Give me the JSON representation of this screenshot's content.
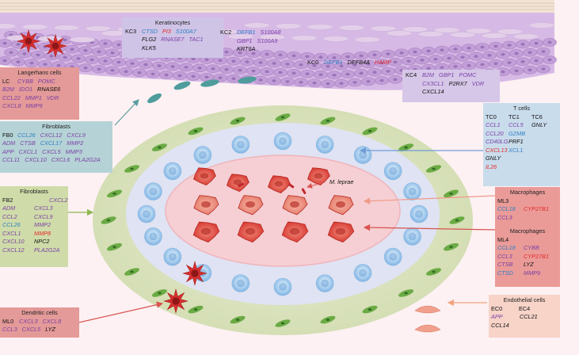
{
  "colors": {
    "purple": "#7a3fa6",
    "blue": "#2f7fc4",
    "red": "#e52a2a",
    "black": "#111111",
    "skin_cells": "#c9a6d8",
    "outer_ring": "#dde5c4",
    "inner_ring": "#dfe3f3",
    "core": "#f7cdd0",
    "macrophage": "#e0463c"
  },
  "panels": {
    "keratinocytes": {
      "title": "Keratinocytes",
      "clusters": [
        {
          "label": "KC3",
          "rows": [
            [
              {
                "t": "CTSD",
                "c": "blue"
              },
              {
                "t": "PI3",
                "c": "red"
              },
              {
                "t": "S100A7",
                "c": "blue"
              }
            ],
            [
              {
                "t": "FLG2",
                "c": "black"
              },
              {
                "t": "RNASE7",
                "c": "purple"
              },
              {
                "t": "TAC1",
                "c": "purple"
              }
            ],
            [
              {
                "t": "KLK5",
                "c": "black"
              }
            ]
          ]
        },
        {
          "label": "KC2",
          "rows": [
            [
              {
                "t": "DEFB1",
                "c": "blue"
              },
              {
                "t": "S100A8",
                "c": "purple"
              }
            ],
            [
              {
                "t": "GBP1",
                "c": "purple"
              },
              {
                "t": "S100A9",
                "c": "purple"
              }
            ],
            [
              {
                "t": "KRT6A",
                "c": "black"
              }
            ]
          ]
        }
      ]
    },
    "kc0": {
      "label": "KC0",
      "rows": [
        [
          {
            "t": "DEFB1",
            "c": "blue"
          },
          {
            "t": "DEFB4A",
            "c": "black"
          },
          {
            "t": "HAMP",
            "c": "red"
          }
        ]
      ]
    },
    "kc4": {
      "label": "KC4",
      "rows": [
        [
          {
            "t": "B2M",
            "c": "purple"
          },
          {
            "t": "GBP1",
            "c": "purple"
          },
          {
            "t": "POMC",
            "c": "purple"
          }
        ],
        [
          {
            "t": "CX3CL1",
            "c": "purple"
          },
          {
            "t": "P2RX7",
            "c": "black"
          },
          {
            "t": "VDR",
            "c": "purple"
          }
        ],
        [
          {
            "t": "CXCL14",
            "c": "black"
          }
        ]
      ]
    },
    "langerhans": {
      "title": "Langerhans cells",
      "label": "LC",
      "rows": [
        [
          {
            "t": "CYBB",
            "c": "purple"
          },
          {
            "t": "POMC",
            "c": "purple"
          }
        ],
        [
          {
            "t": "B2M",
            "c": "purple"
          },
          {
            "t": "IDO1",
            "c": "purple"
          },
          {
            "t": "RNASE6",
            "c": "black"
          }
        ],
        [
          {
            "t": "CCL22",
            "c": "purple"
          },
          {
            "t": "MMP1",
            "c": "purple"
          },
          {
            "t": "VDR",
            "c": "purple"
          }
        ],
        [
          {
            "t": "CXCL8",
            "c": "purple"
          },
          {
            "t": "MMP9",
            "c": "purple"
          }
        ]
      ]
    },
    "fibroblasts1": {
      "title": "Fibroblasts",
      "label": "FB0",
      "rows": [
        [
          {
            "t": "CCL26",
            "c": "blue"
          },
          {
            "t": "CXCL12",
            "c": "purple"
          },
          {
            "t": "CXCL9",
            "c": "purple"
          }
        ],
        [
          {
            "t": "ADM",
            "c": "purple"
          },
          {
            "t": "CTSB",
            "c": "purple"
          },
          {
            "t": "CXCL17",
            "c": "blue"
          },
          {
            "t": "MMP2",
            "c": "purple"
          }
        ],
        [
          {
            "t": "APP",
            "c": "purple"
          },
          {
            "t": "CXCL1",
            "c": "purple"
          },
          {
            "t": "CXCL5",
            "c": "purple"
          },
          {
            "t": "MMP3",
            "c": "purple"
          }
        ],
        [
          {
            "t": "CCL11",
            "c": "purple"
          },
          {
            "t": "CXCL10",
            "c": "purple"
          },
          {
            "t": "CXCL6",
            "c": "purple"
          },
          {
            "t": "PLA2G2A",
            "c": "purple"
          }
        ]
      ]
    },
    "fibroblasts2": {
      "title": "Fibroblasts",
      "label": "FB2",
      "rows": [
        [
          {
            "t": "CXCL2",
            "c": "purple"
          }
        ],
        [
          {
            "t": "ADM",
            "c": "purple"
          },
          {
            "t": "CXCL3",
            "c": "purple"
          }
        ],
        [
          {
            "t": "CCL2",
            "c": "purple"
          },
          {
            "t": "CXCL9",
            "c": "purple"
          }
        ],
        [
          {
            "t": "CCL26",
            "c": "blue"
          },
          {
            "t": "MMP2",
            "c": "purple"
          }
        ],
        [
          {
            "t": "CXCL1",
            "c": "purple"
          },
          {
            "t": "MMP8",
            "c": "red"
          }
        ],
        [
          {
            "t": "CXCL10",
            "c": "purple"
          },
          {
            "t": "NPC2",
            "c": "black"
          }
        ],
        [
          {
            "t": "CXCL12",
            "c": "purple"
          },
          {
            "t": "PLA2G2A",
            "c": "purple"
          }
        ]
      ]
    },
    "dendritic": {
      "title": "Dendritic cells",
      "label": "ML0",
      "rows": [
        [
          {
            "t": "CXCL3",
            "c": "purple"
          },
          {
            "t": "CXCL8",
            "c": "purple"
          }
        ],
        [
          {
            "t": "CCL3",
            "c": "purple"
          },
          {
            "t": "CXCL5",
            "c": "purple"
          },
          {
            "t": "LYZ",
            "c": "black"
          }
        ]
      ]
    },
    "tcells": {
      "title": "T cells",
      "headers": [
        "TC0",
        "TC1",
        "TC6"
      ],
      "rows": [
        [
          {
            "t": "CCL1",
            "c": "purple"
          },
          {
            "t": "CCL5",
            "c": "purple"
          },
          {
            "t": "GNLY",
            "c": "black"
          }
        ],
        [
          {
            "t": "CCL20",
            "c": "purple"
          },
          {
            "t": "GZMB",
            "c": "blue"
          }
        ],
        [
          {
            "t": "CD40LG",
            "c": "purple"
          },
          {
            "t": "PRF1",
            "c": "black"
          }
        ],
        [
          {
            "t": "CXCL13",
            "c": "red"
          },
          {
            "t": "XCL1",
            "c": "blue"
          }
        ],
        [
          {
            "t": "GNLY",
            "c": "black"
          }
        ],
        [
          {
            "t": "IL26",
            "c": "red"
          }
        ]
      ]
    },
    "macrophages3": {
      "title": "Macrophages",
      "label": "ML3",
      "rows": [
        [
          {
            "t": "CCL18",
            "c": "blue"
          },
          {
            "t": "CYP27B1",
            "c": "red"
          }
        ],
        [
          {
            "t": "CCL3",
            "c": "purple"
          }
        ]
      ]
    },
    "macrophages4": {
      "title": "Macrophages",
      "label": "ML4",
      "rows": [
        [
          {
            "t": "CCL18",
            "c": "blue"
          },
          {
            "t": "CYBB",
            "c": "purple"
          }
        ],
        [
          {
            "t": "CCL3",
            "c": "purple"
          },
          {
            "t": "CYP27B1",
            "c": "red"
          }
        ],
        [
          {
            "t": "CTSB",
            "c": "purple"
          },
          {
            "t": "LYZ",
            "c": "black"
          }
        ],
        [
          {
            "t": "CTSD",
            "c": "blue"
          },
          {
            "t": "MMP9",
            "c": "purple"
          }
        ]
      ]
    },
    "endothelial": {
      "title": "Endothelial cells",
      "headers": [
        "EC0",
        "EC4"
      ],
      "rows": [
        [
          {
            "t": "APP",
            "c": "purple"
          },
          {
            "t": "CCL21",
            "c": "black"
          }
        ],
        [
          {
            "t": "CCL14",
            "c": "black"
          }
        ]
      ]
    }
  },
  "annotation": "M. leprae"
}
